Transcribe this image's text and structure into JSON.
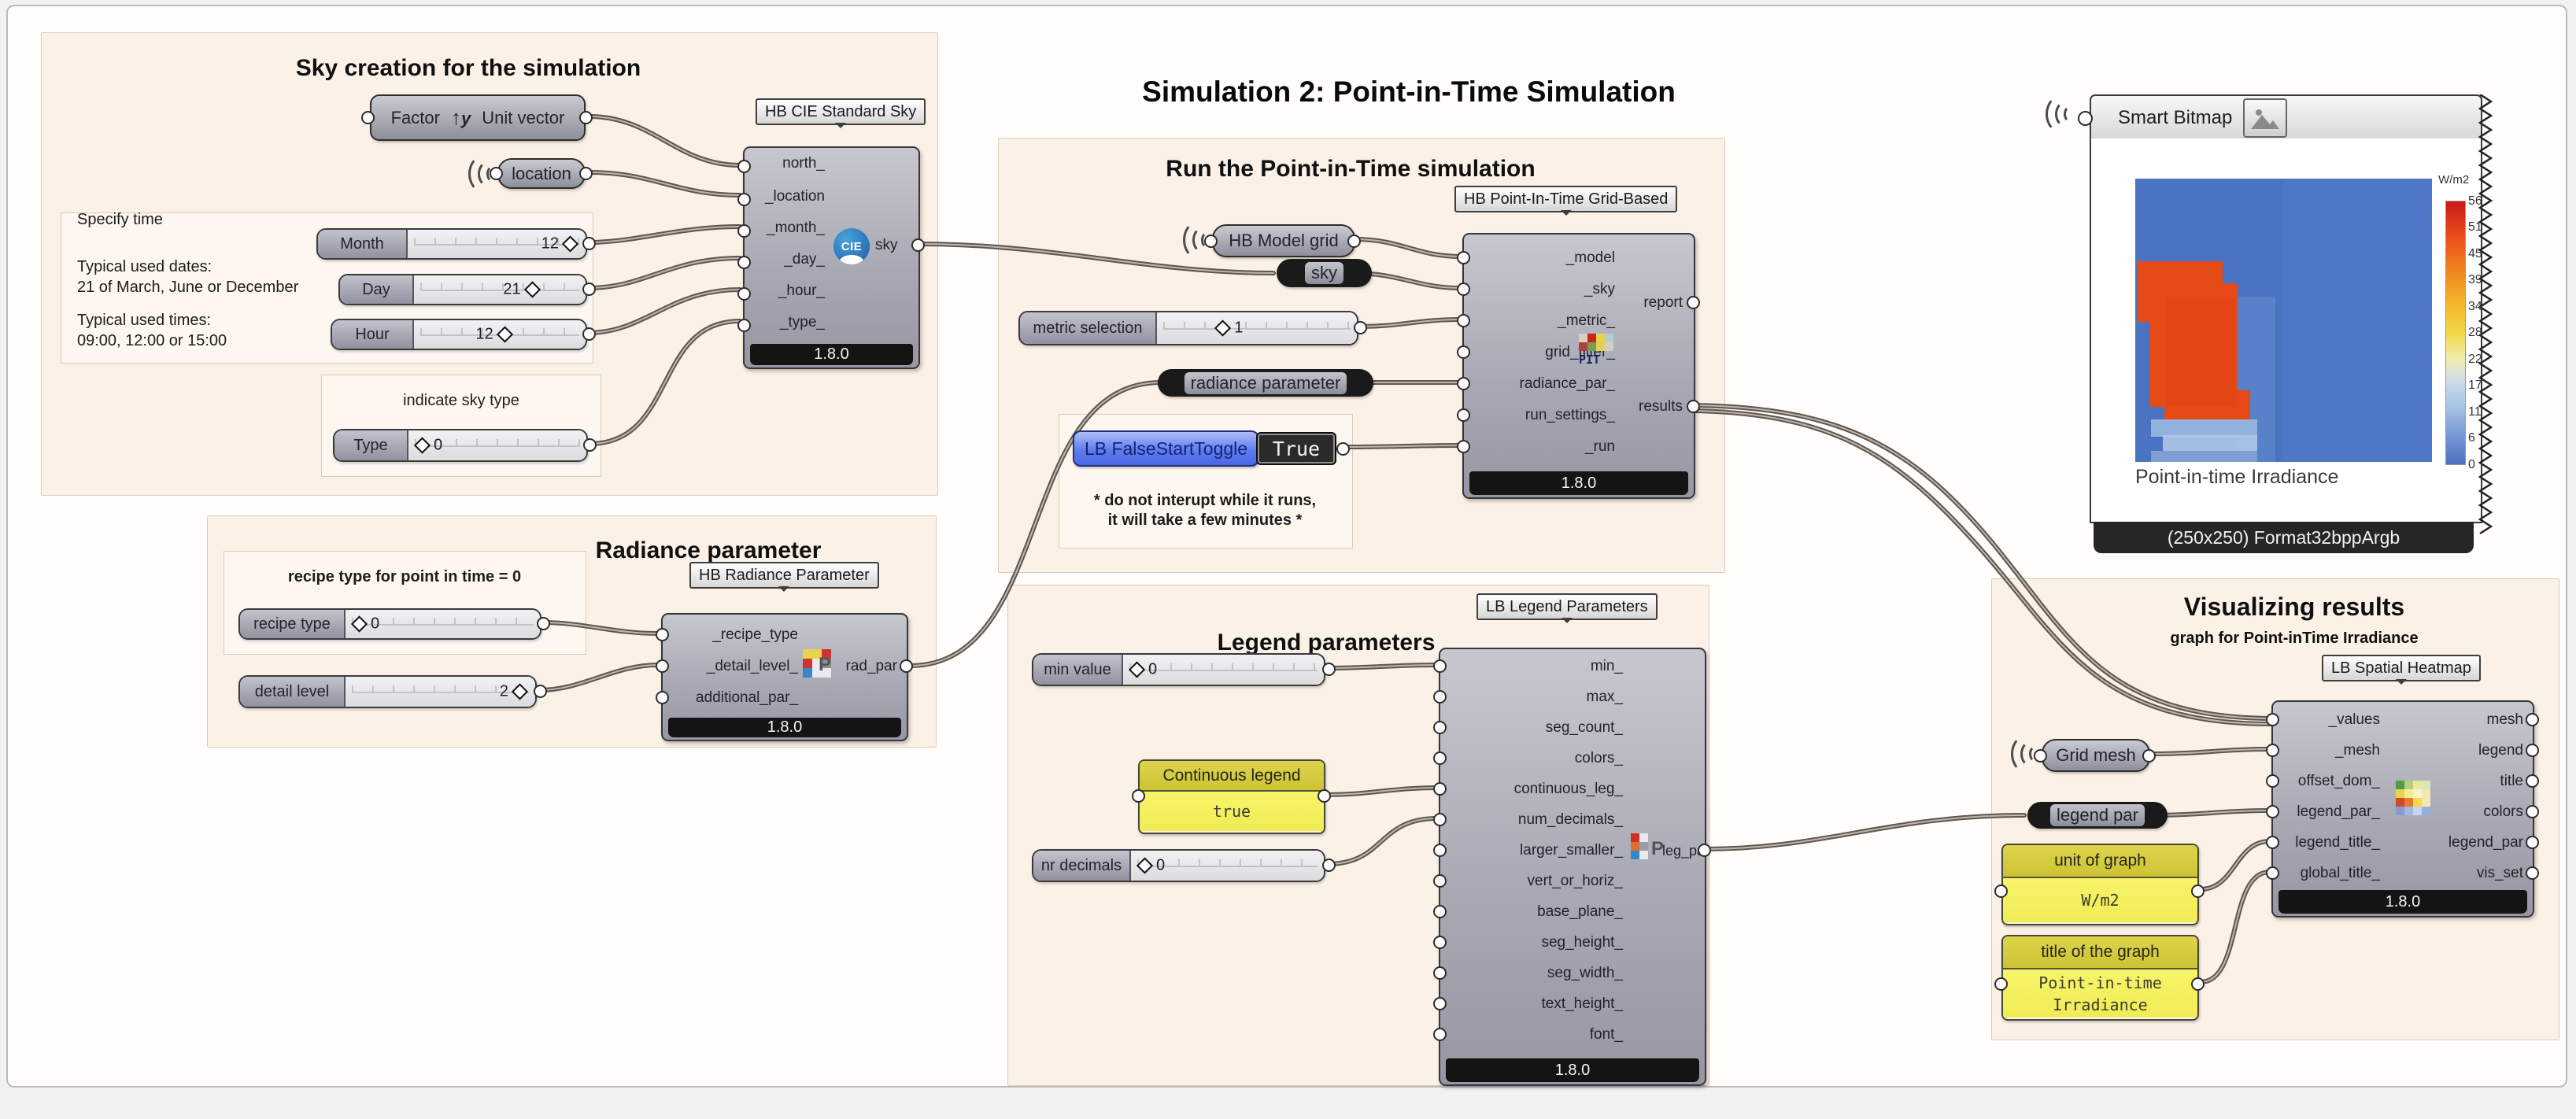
{
  "main_title": "Simulation 2: Point-in-Time Simulation",
  "colors": {
    "group_bg": "#fcf1e6",
    "group_border": "#d9cdc0",
    "component_body": "#a9a9b5",
    "ribbon": "#141414",
    "wire": "#5e564f",
    "toggle_blue": "#5f7cf0",
    "panel_yellow": "#f5f263",
    "panel_yellow_header": "#d8ce3a",
    "heat_orange": "#e64a17",
    "heat_blue": "#4a73c1"
  },
  "groups": {
    "sky": {
      "title": "Sky creation for the simulation",
      "unit_vector": {
        "input": "Factor",
        "output": "Unit vector"
      },
      "location": "location",
      "time_box": {
        "l1": "Specify time",
        "l2": "Typical used dates:",
        "l3": "21 of March, June or December",
        "l4": "Typical used times:",
        "l5": "09:00, 12:00 or 15:00"
      },
      "sliders": {
        "month": {
          "label": "Month",
          "value": "12"
        },
        "day": {
          "label": "Day",
          "value": "21"
        },
        "hour": {
          "label": "Hour",
          "value": "12"
        },
        "type": {
          "label": "Type",
          "value": "0"
        }
      },
      "sky_type_note": "indicate sky type"
    },
    "radiance": {
      "title": "Radiance parameter",
      "note": "recipe type for point in time = 0",
      "sliders": {
        "recipe": {
          "label": "recipe type",
          "value": "0"
        },
        "detail": {
          "label": "detail level",
          "value": "2"
        }
      }
    },
    "run": {
      "title": "Run the Point-in-Time simulation",
      "model_grid": "HB Model grid",
      "sky_relay": "sky",
      "metric": {
        "label": "metric selection",
        "value": "1"
      },
      "radiance_relay": "radiance parameter",
      "toggle": {
        "label": "LB FalseStartToggle",
        "value": "True"
      },
      "note1": "* do not interupt while it runs,",
      "note2": "it will take a few minutes *"
    },
    "legend": {
      "title": "Legend parameters",
      "sliders": {
        "min": {
          "label": "min value",
          "value": "0"
        },
        "decimals": {
          "label": "nr decimals",
          "value": "0"
        }
      },
      "continuous": {
        "header": "Continuous legend",
        "value": "true"
      }
    },
    "viz": {
      "title": "Visualizing results",
      "subtitle": "graph for Point-inTime Irradiance",
      "grid_mesh": "Grid mesh",
      "legend_relay": "legend par",
      "unit_panel": {
        "header": "unit of graph",
        "value": "W/m2"
      },
      "title_panel": {
        "header": "title of the graph",
        "value": "Point-in-time\nIrradiance"
      }
    }
  },
  "components": {
    "cie": {
      "tag": "HB CIE Standard Sky",
      "icon_text": "CIE",
      "inputs": [
        "north_",
        "_location",
        "_month_",
        "_day_",
        "_hour_",
        "_type_"
      ],
      "output": "sky",
      "version": "1.8.0"
    },
    "pit": {
      "tag": "HB Point-In-Time Grid-Based",
      "icon_text": "PIT",
      "inputs": [
        "_model",
        "_sky",
        "_metric_",
        "grid_filter_",
        "radiance_par_",
        "run_settings_",
        "_run"
      ],
      "outputs": [
        "report",
        "results"
      ],
      "version": "1.8.0"
    },
    "radpar": {
      "tag": "HB Radiance Parameter",
      "icon_text": "P",
      "inputs": [
        "_recipe_type",
        "_detail_level_",
        "additional_par_"
      ],
      "output": "rad_par",
      "version": "1.8.0"
    },
    "legendpar": {
      "tag": "LB Legend Parameters",
      "icon_text": "P",
      "inputs": [
        "min_",
        "max_",
        "seg_count_",
        "colors_",
        "continuous_leg_",
        "num_decimals_",
        "larger_smaller_",
        "vert_or_horiz_",
        "base_plane_",
        "seg_height_",
        "seg_width_",
        "text_height_",
        "font_"
      ],
      "output": "leg_par",
      "version": "1.8.0"
    },
    "heatmap": {
      "tag": "LB Spatial Heatmap",
      "inputs": [
        "_values",
        "_mesh",
        "offset_dom_",
        "legend_par_",
        "legend_title_",
        "global_title_"
      ],
      "outputs": [
        "mesh",
        "legend",
        "title",
        "colors",
        "legend_par",
        "vis_set"
      ],
      "version": "1.8.0"
    }
  },
  "bitmap_viewer": {
    "title": "Smart Bitmap",
    "caption": "Point-in-time Irradiance",
    "footer": "(250x250) Format32bppArgb",
    "scale": {
      "unit": "W/m2",
      "ticks": [
        "56",
        "51",
        "45",
        "39",
        "34",
        "28",
        "22",
        "17",
        "11",
        "6",
        "0"
      ]
    }
  }
}
